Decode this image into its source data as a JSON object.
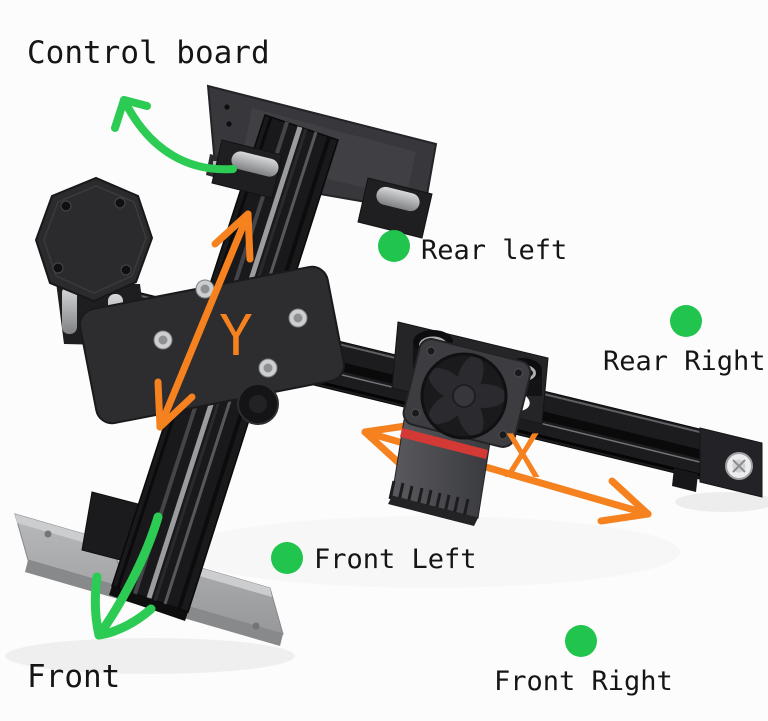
{
  "annotations": {
    "control_board_label": "Control board",
    "front_label": "Front",
    "axis_labels": {
      "x": "X",
      "y": "Y"
    },
    "corner_markers": [
      {
        "id": "rear-left",
        "label": "Rear left"
      },
      {
        "id": "rear-right",
        "label": "Rear Right"
      },
      {
        "id": "front-left",
        "label": "Front Left"
      },
      {
        "id": "front-right",
        "label": "Front Right"
      }
    ]
  },
  "colors": {
    "marker_green": "#21c44d",
    "arrow_green": "#2ccb53",
    "axis_orange": "#f5821f",
    "label_text": "#151515",
    "background": "#fcfcfd"
  }
}
